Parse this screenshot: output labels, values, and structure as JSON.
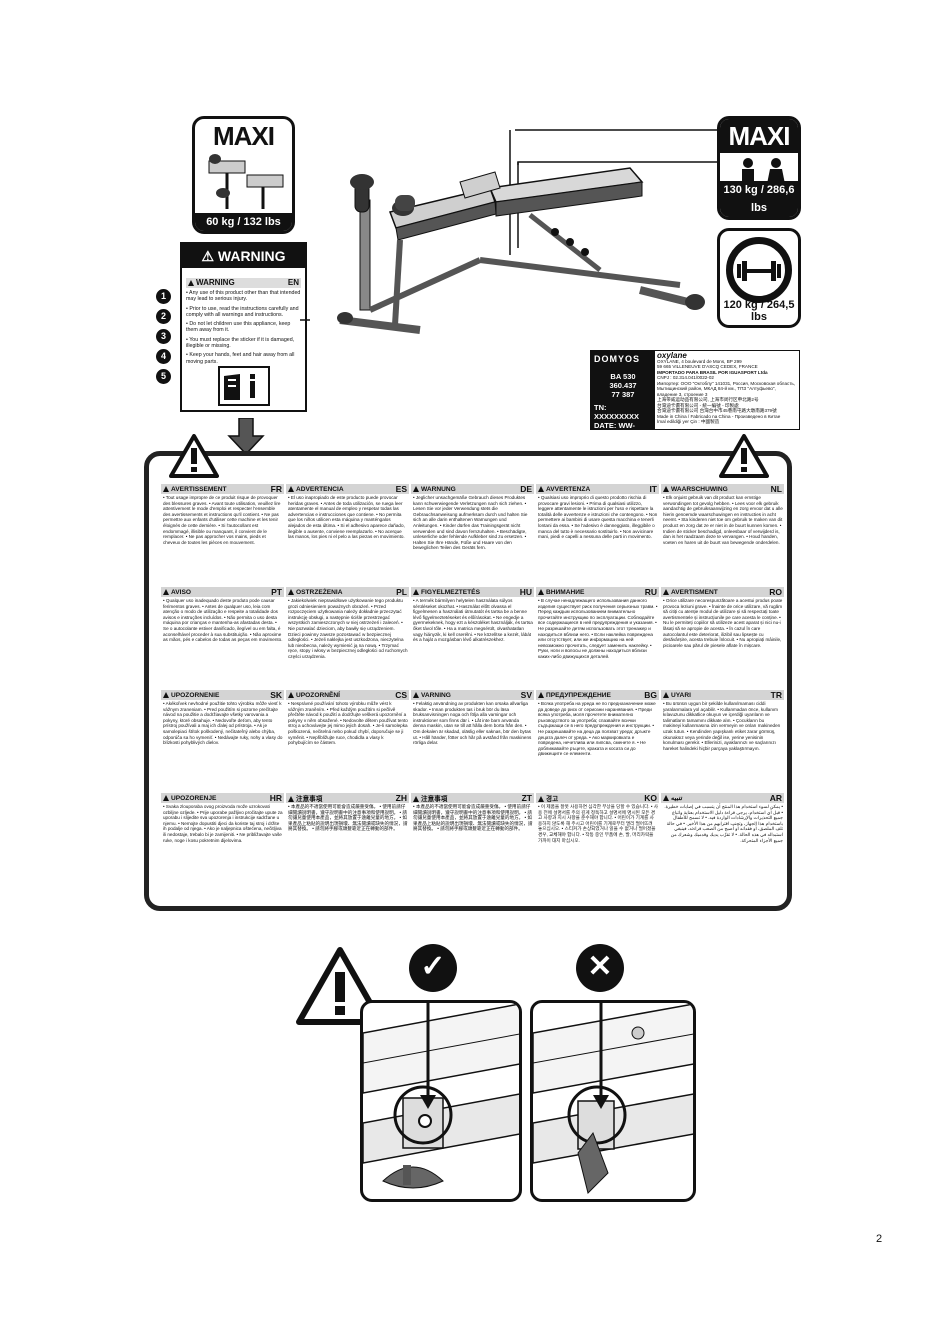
{
  "maxi_left": {
    "title": "MAXI",
    "caption": "60 kg / 132 lbs"
  },
  "maxi_right": {
    "title": "MAXI",
    "caption": "130 kg / 286,6 lbs"
  },
  "weight_right": {
    "caption": "120 kg / 264,5 lbs"
  },
  "warning": {
    "header": "WARNING",
    "sub_label": "WARNING",
    "lang": "EN",
    "items": [
      "Any use of this product other than that intended may lead to serious injury.",
      "Prior to use, read the instructions carefully and comply with all warnings and instructions.",
      "Do not let children use this appliance, keep them away from it.",
      "You must replace the sticker if it is damaged, illegible or missing.",
      "Keep your hands, feet and hair away from all moving parts."
    ],
    "numbers": [
      "1",
      "2",
      "3",
      "4",
      "5"
    ]
  },
  "label": {
    "brand": "DOMYOS",
    "model": "BA 530",
    "code": "360.437",
    "code2": "77 387",
    "tn": "TN: XXXXXXXXX",
    "date": "DATE: WW-YYYY",
    "oxylane": "oxylane",
    "lines": [
      "OXYLANE, 4 boulevard de Mons, BP 299",
      "59 665 VILLENEUVE D'ASCQ CEDEX, FRANCE",
      "IMPORTADO PARA BRASIL POR IGUASPORT Ltda",
      "CNPJ : 02.314.041/0022-02",
      "Импортер: ООО \"Октоблу\" 141031, Россия, Московская область, Мытищинский район, МКАД 84-й км., ТПЗ \"Алтуфьево\", владение 3, строение 3",
      "上海带威运动品有限公司, 上海市闵行区申北路2号",
      "台灣迪卡儂有限公司 - 統一編號 - 印製處",
      "合灣迪卡儂有限公司 台灣台中市45巷南屯路大墩南路379號",
      "Made in China / Fabricado na China - Произведено в Китае",
      "İmal edildiği yer Çin : 中國製造"
    ]
  },
  "languages": [
    {
      "title": "AVERTISSEMENT",
      "code": "FR",
      "text": "• Tout usage impropre de ce produit risque de provoquer des blessures graves. • Avant toute utilisation, veuillez lire attentivement le mode d'emploi et respecter l'ensemble des avertissements et instructions qu'il contient. • Ne pas permettre aux enfants d'utiliser cette machine et les tenir éloignés de cette dernière. • Si l'autocollant est endommagé, illisible ou manquant, il convient de le remplacer. • Ne pas approcher vos mains, pieds et cheveux de toutes les pièces en mouvement."
    },
    {
      "title": "ADVERTENCIA",
      "code": "ES",
      "text": "• El uso inapropiado de este producto puede provocar heridas graves. • Antes de toda utilización, se ruega leer atentamente el manual de empleo y respetar todas las advertencias e instrucciones que contiene. • No permita que los niños utilicen esta máquina y manténgalos alejados de esta última. • Si el adhesivo aparece dañado, ilegible o ausente, conviene reemplazarlo. • No acerque las manos, los pies ni el pelo a las piezas en movimiento."
    },
    {
      "title": "WARNUNG",
      "code": "DE",
      "text": "• Jeglicher unsachgemäße Gebrauch dieses Produktes kann schwerwiegende Verletzungen nach sich ziehen. • Lesen Sie vor jeder Verwendung stets die Gebrauchsanweisung aufmerksam durch und halten Sie sich an alle darin enthaltenen Warnungen und Anleitungen. • Kinder dürfen das Trainingsgerät nicht verwenden und sind davon fernzuhalten. • Beschädigte, unleserliche oder fehlende Aufkleber sind zu ersetzen. • Halten Sie Ihre Hände, Füße und Haare von den beweglichen Teilen des Geräts fern."
    },
    {
      "title": "AVVERTENZA",
      "code": "IT",
      "text": "• Qualsiasi uso improprio di questo prodotto rischia di provocare gravi lesioni. • Prima di qualsiasi utilizzo, leggere attentamente le istruzioni per l'uso e rispettare la totalità delle avvertenze e istruzioni che contengono. • Non permettere ai bambini di usare questa macchina e tenerli lontani da essa. • Se l'adesivo è danneggiato, illeggibile o manca del tutto è necessario sostituirlo. • Non avvicinare mani, piedi e capelli a nessuna delle parti in movimento."
    },
    {
      "title": "WAARSCHUWING",
      "code": "NL",
      "text": "• Elk onjuist gebruik van dit product kan ernstige verwondingen tot gevolg hebben. • Lees voor elk gebruik aandachtig de gebruiksaanwijzing en zorg ervoor dat u alle hierin genoemde waarschuwingen en instructies in acht neemt. • Sta kinderen niet toe om gebruik te maken van dit product en zorg dat ze er niet in de buurt kunnen komen. • Indien de sticker beschadigd, onleesbaar of verwijderd is, dan is het raadzaam deze te vervangen. • Houd handen, voeten en haren uit de buurt van bewegende onderdelen."
    },
    {
      "title": "AVISO",
      "code": "PT",
      "text": "• Qualquer uso inadequado deste produto pode causar ferimentos graves. • Antes de qualquer uso, leia com atenção o modo de utilização e respeite a totalidade dos avisos e instruções incluídos. • Não permita o uso desta máquina por crianças e mantenha-as afastadas desta. • Se o autocolante estiver danificado, ilegível ou em falta, é aconselhável proceder à sua substituição. • Não aproxime as mãos, pés e cabelos de todas as peças em movimento."
    },
    {
      "title": "OSTRZEŻENIA",
      "code": "PL",
      "text": "• Jakiekolwiek nieprawidłowe użytkowanie tego produktu grozi odniesieniem poważnych obrażeń. • Przed rozpoczęciem użytkowania należy dokładnie przeczytać instrukcję obsługi, a następnie ściśle przestrzegać wszystkich zamieszczonych w niej ostrzeżeń i zaleceń. • Nie pozwalać dzieciom, aby bawiły się urządzeniem. Dzieci powinny zawsze pozostawać w bezpiecznej odległości. • Jeżeli naklejka jest uszkodzona, nieczytelna lub nieobecna, należy wymienić ją na nową. • Trzymać ręce, stopy i włosy w bezpiecznej odległości od ruchomych części urządzenia."
    },
    {
      "title": "FIGYELMEZTETÉS",
      "code": "HU",
      "text": "• A termék bármilyen helytelen használata súlyos sérüléseket okozhat. • Használat előtt olvassa el figyelmesen a használati útmutatót és tartsa be a benne lévő figyelmeztetéseket és előírásokat. • Ne engedje a gyermekeknek, hogy ezt a készüléket használják, és tartsa őket távol tőle. • Ha a matrica megsérült, olvashatatlan vagy hiányzik, ki kell cserélni. • Ne közelítse a kezét, lábát és a haját a mozgásban lévő alkatrészekhez."
    },
    {
      "title": "ВНИМАНИЕ",
      "code": "RU",
      "text": "• В случае ненадлежащего использования данного изделия существует риск получения серьезных травм. • Перед каждым использованием внимательно прочитайте инструкцию по эксплуатации. Соблюдайте все содержащиеся в ней предупреждения и указания. • Не разрешайте детям использовать этот тренажер и находиться вблизи него. • Если наклейка повреждена или отсутствует, или же информацию на ней невозможно прочитать, следует заменить наклейку. • Руки, ноги и волосы не должны находиться вблизи каких-либо движущихся деталей."
    },
    {
      "title": "AVERTISMENT",
      "code": "RO",
      "text": "• Orice utilizare necorespunzătoare a acestui produs poate provoca leziuni grave. • Înainte de orice utilizare, vă rugăm să citiți cu atenție modul de utilizare și să respectați toate avertismentele și instrucțiunile pe care acesta le conține. • Nu le permiteți copiilor să utilizeze acest aparat și nici nu-i lăsați să se apropie de acesta. • În cazul în care autocolantul este deteriorat, ilizibil sau lipsește cu desăvârșire, acesta trebuie înlocuit. • Nu apropiați mâinile, picioarele sau părul de piesele aflate în mișcare."
    },
    {
      "title": "UPOZORNENIE",
      "code": "SK",
      "text": "• Akékoľvek nevhodné použitie tohto výrobku môže viesť k vážnym zraneniam. • Pred použitím si pozorne prečítajte návod na použitie a dodržiavajte všetky varovania a pokyny, ktoré obsahuje. • Nedovoľte deťom, aby tento prístroj používali a maj ich ďalej od prístroja. • Ak je samolepiaci štítok poškodený, nečitateľný alebo chýba, odporúča sa ho vymeniť. • Nedávajte ruky, nohy a vlasy do blízkosti pohyblivých dielov."
    },
    {
      "title": "UPOZORNĚNÍ",
      "code": "CS",
      "text": "• Nesprávné používání tohoto výrobku může vést k vážným zraněním. • Před každým použitím si pečlivě přečtěte návod k použití a dodržujte veškerá upozornění a pokyny v něm obsažené. • Nedovolte dětem používat tento stroj a uchovávejte jej mimo jejich dosah. • Je-li samolepka poškozená, nečitelná nebo pokud chybí, doporučuje se ji vyměnit. • Nepřibližujte ruce, chodidla a vlasy k pohybujícím se částem."
    },
    {
      "title": "VARNING",
      "code": "SV",
      "text": "• Felaktig användning av produkten kan orsaka allvarliga skador. • Innan produkten tas i bruk bör du läsa bruksanvisningen noga och följa alla varningar och instruktioner som finns där i. • Låt inte barn använda denna maskin, utan se till att hålla dem borta från den. • Om dekalen är skadad, oläslig eller saknas, bör den bytas ut. • Håll händer, fötter och hår på avstånd från maskinens rörliga delar."
    },
    {
      "title": "ПРЕДУПРЕЖДЕНИЕ",
      "code": "BG",
      "text": "• Всяка употреба на уреда не по предназначение може да доведе до риск от сериозни наранявания. • Преди всяка употреба, моля прочетете внимателно ръководството за употреба; спазвайте всички съдържащи се в него предупреждения и инструкции. • Не разрешавайте на деца да ползват уреда; дръжте децата далеч от уреда. • Ако маркировката е повредена, нечетлива или липсва, сменете я. • Не доближавайте ръцете, краката и косата си до движещите се елементи."
    },
    {
      "title": "UYARI",
      "code": "TR",
      "text": "• Bu ürünün uygun bir şekilde kullanılmaması ciddi yaralanmalara yol açabilir. • Kullanmadan önce, kullanım kılavuzunu dikkatlice okuyun ve içerdiği uyarıların ve talimatların tamamını dikkate alın. • Çocukların bu makineyi kullanmasına izin vermeyin ve onları makineden uzak tutun. • Kendinden yapışkanlı etiket zarar görmüş, okunaksız veya yerinde değil ise, yerine yenisinin konulması gerekir. • Ellerinizi, ayaklarınızı ve saçlarınızı hareket halindeki hiçbir parçaya yaklaştırmayın."
    },
    {
      "title": "UPOZORENJE",
      "code": "HR",
      "text": "• Svaka zlouporaba ovog proizvoda može uzrokovati ozbiljne ozljede. • Prije uporabe pažljivo pročitajte upute za uporabu i slijedite sva upozorenja i instrukcije sadržane u njemu. • Nemojte dopustiti djeci da koriste taj stroj i držite ih podalje od njega. • Ako je naljepnica oštećena, nečitljiva ili nedostaje, trebalo bi je zamijeniti. • Ne približavajte vaše ruke, noge i kosu pokretnim dijelovima."
    },
    {
      "title": "注意事項",
      "code": "ZH",
      "text": "• 本產品的不適當使用可能會造成嚴重受傷。 • 使用前請仔細閱讀說明書，遵守說明書中的注意事項和使用說明。 • 請勿讓兒童使用本產品，並將其放置于遠離兒童的地方。 • 如果產品上粘貼的說明出現損壞、無法閱讀或缺失的情況，請將其替換。 • 請勿將手腳或頭髮靠近正在轉動的部件。"
    },
    {
      "title": "注意事項",
      "code": "ZT",
      "text": "• 本產品的不適當使用可能會造成嚴重受傷。 • 使用前請仔細閱讀說明書，遵守說明書中的注意事項和使用說明。 • 請勿讓兒童使用本產品，並將其放置于遠離兒童的地方。 • 如果產品上粘貼的說明出現損壞、無法閱讀或缺失的情況，請將其替換。 • 請勿將手腳或頭髮靠近正在轉動的部件。"
    },
    {
      "title": "경고",
      "code": "KO",
      "text": "• 이 제품을 잘못 사용하면 심각한 부상을 당할 수 있습니다. • 사용 전에 설명서를 주의 깊게 정독하고 설명서에 명시된 모든 경고 사항과 지시 사항을 준수해야 합니다. • 어린이가 기계를 사용하지 않도록 해 주시고 어린이를 기계로부터 멀리 떨어뜨려 놓으십시오. • 스티커가 손상되었거나 읽을 수 없거나 떨어졌을 경우, 교체해야 합니다. • 작동 중인 부품에 손, 발, 머리카락을 가까이 대지 마십시오."
    },
    {
      "title": "تنبيه",
      "code": "AR",
      "text": "• يمكن لسوء استخدام هذا المنتج أن يتسبب في إصابات خطيرة. • قبل أي استخدام، يرجى قراءة دليل الاستخدام بعناية واتباع جميع التحذيرات والإرشادات الواردة فيه. • لا تسمح للأطفال باستخدام هذا الجهاز، وتجنب اقترابهم من هذا الأخير. • في حالة تلف الملصق، أو فقدانه أو أصبح من الصعب قراءته، فينبغي استبداله في هذه الحالة. • لا تقرِّب يديك وقدميك وشعرك من جميع الأجزاء المتحركة."
    }
  ],
  "badges": {
    "ok": "✓",
    "bad": "✕"
  },
  "page_number": "2"
}
